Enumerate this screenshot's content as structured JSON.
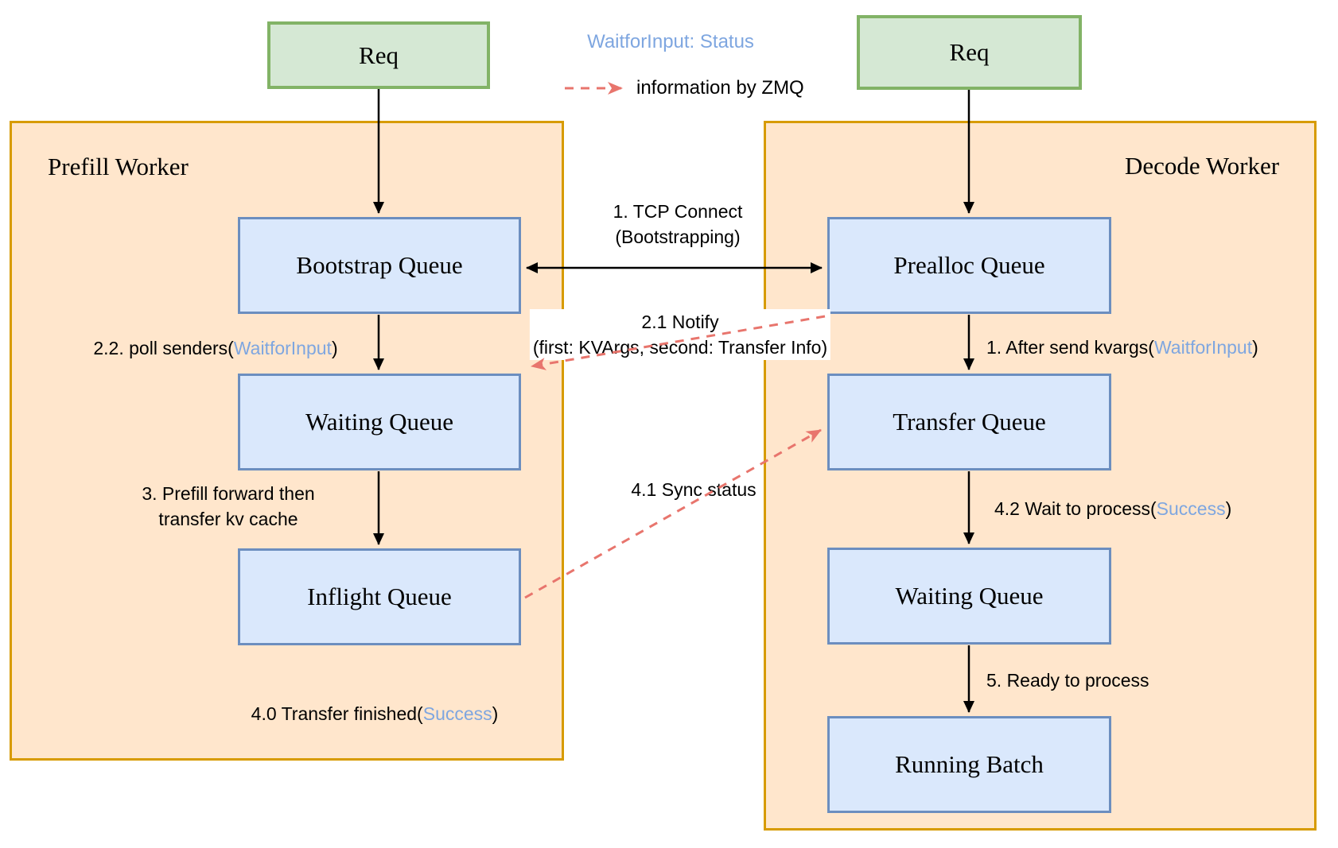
{
  "legend": {
    "status_text": "WaitforInput: Status",
    "zmq_text": "information by ZMQ"
  },
  "colors": {
    "container_fill": "#ffe6cc",
    "container_border": "#d79b00",
    "queue_fill": "#dae8fc",
    "queue_border": "#6c8ebf",
    "req_fill": "#d5e8d4",
    "req_border": "#82b366",
    "status_blue": "#7ea6e0",
    "zmq_red": "#e8756d",
    "arrow_black": "#000000"
  },
  "req_left": {
    "label": "Req"
  },
  "req_right": {
    "label": "Req"
  },
  "prefill_worker": {
    "title": "Prefill Worker",
    "bootstrap_queue": "Bootstrap Queue",
    "waiting_queue": "Waiting Queue",
    "inflight_queue": "Inflight Queue",
    "poll_label": {
      "prefix": "2.2. poll senders(",
      "highlight": "WaitforInput",
      "suffix": ")"
    },
    "forward_label_line1": "3. Prefill forward then",
    "forward_label_line2": "transfer kv cache",
    "finished_label": {
      "prefix": "4.0 Transfer finished(",
      "highlight": "Success",
      "suffix": ")"
    }
  },
  "decode_worker": {
    "title": "Decode Worker",
    "prealloc_queue": "Prealloc Queue",
    "transfer_queue": "Transfer Queue",
    "waiting_queue": "Waiting Queue",
    "running_batch": "Running Batch",
    "after_send_label": {
      "prefix": "1. After send kvargs(",
      "highlight": "WaitforInput",
      "suffix": ")"
    },
    "wait_process_label": {
      "prefix": "4.2 Wait to process(",
      "highlight": "Success",
      "suffix": ")"
    },
    "ready_label": "5. Ready to process"
  },
  "connections": {
    "tcp_line1": "1. TCP Connect",
    "tcp_line2": "(Bootstrapping)",
    "notify_line1": "2.1 Notify",
    "notify_line2": "(first: KVArgs, second: Transfer Info)",
    "sync_label": "4.1 Sync status"
  }
}
